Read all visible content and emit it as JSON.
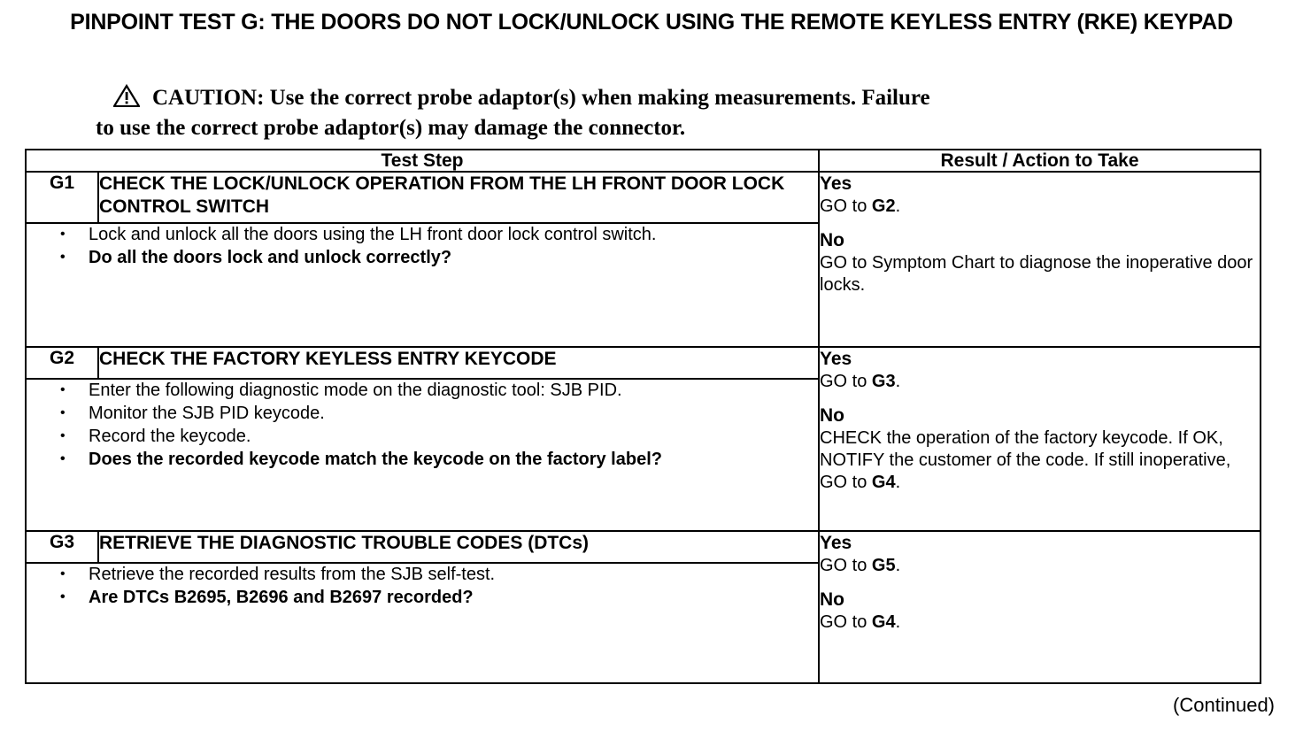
{
  "document": {
    "title": "PINPOINT TEST G: THE DOORS DO NOT LOCK/UNLOCK USING THE REMOTE KEYLESS ENTRY (RKE) KEYPAD",
    "continued_label": "(Continued)"
  },
  "caution": {
    "icon": "warning-triangle-icon",
    "line1": "CAUTION: Use the correct probe adaptor(s) when making measurements. Failure",
    "line2": "to use the correct probe adaptor(s) may damage the connector."
  },
  "table": {
    "headers": {
      "test_step": "Test Step",
      "result_action": "Result / Action to Take"
    },
    "rows": [
      {
        "id": "G1",
        "step_title": "CHECK THE LOCK/UNLOCK OPERATION FROM THE LH FRONT DOOR LOCK CONTROL SWITCH",
        "bullets": [
          {
            "text": "Lock and unlock all the doors using the LH front door lock control switch.",
            "bold": false
          },
          {
            "text": "Do all the doors lock and unlock correctly?",
            "bold": true
          }
        ],
        "results": [
          {
            "label": "Yes",
            "text_before": "GO to ",
            "strong": "G2",
            "text_after": "."
          },
          {
            "label": "No",
            "text_before": "GO to Symptom Chart to diagnose the inoperative door locks.",
            "strong": "",
            "text_after": ""
          }
        ]
      },
      {
        "id": "G2",
        "step_title": "CHECK THE FACTORY KEYLESS ENTRY KEYCODE",
        "bullets": [
          {
            "text": "Enter the following diagnostic mode on the diagnostic tool: SJB PID.",
            "bold": false
          },
          {
            "text": "Monitor the SJB PID keycode.",
            "bold": false
          },
          {
            "text": "Record the keycode.",
            "bold": false
          },
          {
            "text": "Does the recorded keycode match the keycode on the factory label?",
            "bold": true
          }
        ],
        "results": [
          {
            "label": "Yes",
            "text_before": "GO to ",
            "strong": "G3",
            "text_after": "."
          },
          {
            "label": "No",
            "text_before": "CHECK the operation of the factory keycode. If OK, NOTIFY the customer of the code. If still inoperative, GO to ",
            "strong": "G4",
            "text_after": "."
          }
        ]
      },
      {
        "id": "G3",
        "step_title": "RETRIEVE THE DIAGNOSTIC TROUBLE CODES (DTCs)",
        "bullets": [
          {
            "text": "Retrieve the recorded results from the SJB self-test.",
            "bold": false
          },
          {
            "text": "Are DTCs B2695, B2696 and B2697 recorded?",
            "bold": true
          }
        ],
        "results": [
          {
            "label": "Yes",
            "text_before": "GO to ",
            "strong": "G5",
            "text_after": "."
          },
          {
            "label": "No",
            "text_before": "GO to ",
            "strong": "G4",
            "text_after": "."
          }
        ]
      }
    ]
  },
  "colors": {
    "ink": "#000000",
    "paper": "#ffffff"
  }
}
